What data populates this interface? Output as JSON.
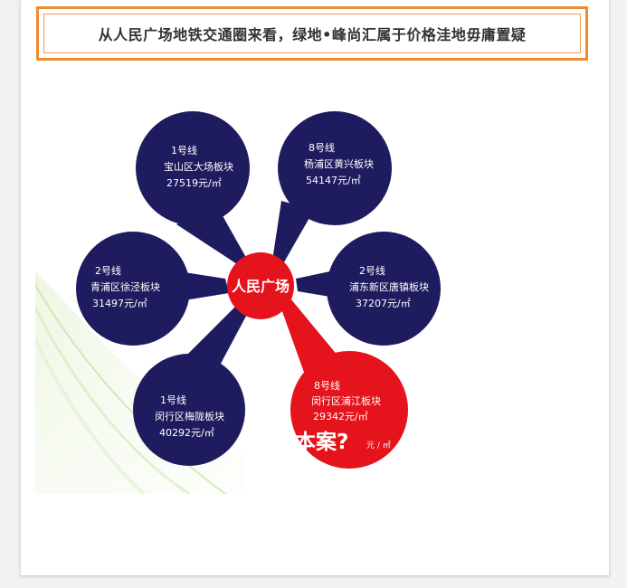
{
  "title": "从人民广场地铁交通圈来看，绿地•峰尚汇属于价格洼地毋庸置疑",
  "colors": {
    "accent_border": "#ef8a2f",
    "bubble": "#1e1c5e",
    "hub": "#e5131b",
    "highlight": "#e5131b"
  },
  "diagram": {
    "center": {
      "label": "人民广场"
    },
    "nodes": [
      {
        "id": "top-left",
        "line": "1号线",
        "area": "宝山区大场板块",
        "price": "27519元/㎡",
        "highlight": false
      },
      {
        "id": "top-right",
        "line": "8号线",
        "area": "杨浦区黄兴板块",
        "price": "54147元/㎡",
        "highlight": false
      },
      {
        "id": "left",
        "line": "2号线",
        "area": "青浦区徐泾板块",
        "price": "31497元/㎡",
        "highlight": false
      },
      {
        "id": "right",
        "line": "2号线",
        "area": "浦东新区唐镇板块",
        "price": "37207元/㎡",
        "highlight": false
      },
      {
        "id": "bottom-left",
        "line": "1号线",
        "area": "闵行区梅陇板块",
        "price": "40292元/㎡",
        "highlight": false
      },
      {
        "id": "bottom-right",
        "line": "8号线",
        "area": "闵行区浦江板块",
        "price": "29342元/㎡",
        "highlight": true,
        "extra_big": "本案?",
        "extra_unit": "元 / ㎡"
      }
    ]
  }
}
